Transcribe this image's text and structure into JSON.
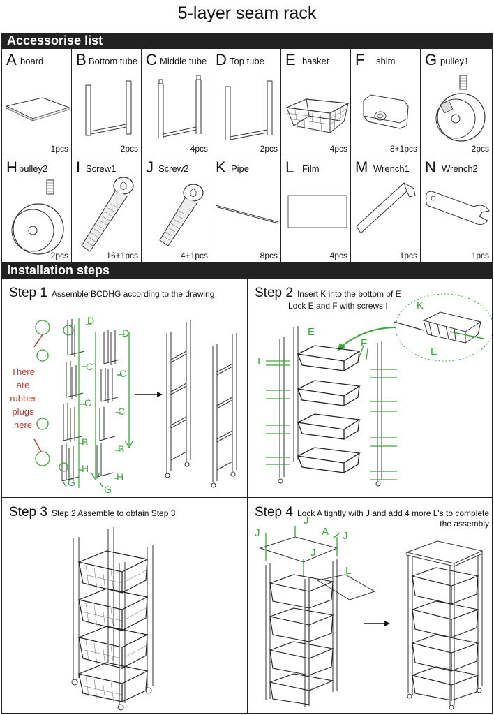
{
  "title": "5-layer seam rack",
  "accessories_header": "Accessorise list",
  "accessories": [
    {
      "letter": "A",
      "name": "board",
      "qty": "1pcs"
    },
    {
      "letter": "B",
      "name": "Bottom tube",
      "qty": "2pcs"
    },
    {
      "letter": "C",
      "name": "Middle tube",
      "qty": "4pcs"
    },
    {
      "letter": "D",
      "name": "Top tube",
      "qty": "2pcs"
    },
    {
      "letter": "E",
      "name": "basket",
      "qty": "4pcs"
    },
    {
      "letter": "F",
      "name": "shim",
      "qty": "8+1pcs"
    },
    {
      "letter": "G",
      "name": "pulley1",
      "qty": "2pcs"
    },
    {
      "letter": "H",
      "name": "pulley2",
      "qty": "2pcs"
    },
    {
      "letter": "I",
      "name": "Screw1",
      "qty": "16+1pcs"
    },
    {
      "letter": "J",
      "name": "Screw2",
      "qty": "4+1pcs"
    },
    {
      "letter": "K",
      "name": "Pipe",
      "qty": "8pcs"
    },
    {
      "letter": "L",
      "name": "Film",
      "qty": "4pcs"
    },
    {
      "letter": "M",
      "name": "Wrench1",
      "qty": "1pcs"
    },
    {
      "letter": "N",
      "name": "Wrench2",
      "qty": "1pcs"
    }
  ],
  "installation_header": "Installation steps",
  "steps": {
    "step1": {
      "label": "Step 1",
      "desc": "Assemble BCDHG according to the drawing",
      "note": [
        "There",
        "are",
        "rubber",
        "plugs",
        "here"
      ],
      "callouts": [
        "D",
        "C",
        "C",
        "B",
        "H",
        "G",
        "D",
        "C",
        "C",
        "B",
        "H",
        "G"
      ]
    },
    "step2": {
      "label": "Step 2",
      "desc_line1": "Insert K into the bottom of E",
      "desc_line2": "Lock E and F with screws I",
      "callouts": [
        "E",
        "F",
        "I",
        "K",
        "E"
      ]
    },
    "step3": {
      "label": "Step 3",
      "desc": "Step 2 Assemble to obtain Step 3"
    },
    "step4": {
      "label": "Step 4",
      "desc_line1": "Lock A tightly with J and add 4 more L's to complete",
      "desc_line2": "the assembly",
      "callouts": [
        "J",
        "A",
        "J",
        "J",
        "J",
        "L"
      ]
    }
  },
  "colors": {
    "bar_bg": "#222222",
    "callout_green": "#3aa63a",
    "note_red": "#c0392b"
  }
}
